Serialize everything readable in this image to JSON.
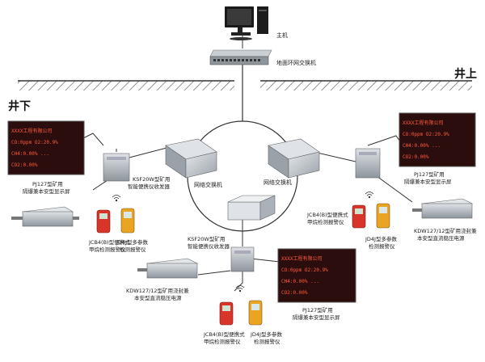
{
  "zones": {
    "underground": "井下",
    "surface": "井上"
  },
  "host": {
    "label": "主机"
  },
  "core_switch": {
    "label": "地面环网交换机"
  },
  "ring_switch_left": {
    "label": "网络交换机"
  },
  "ring_switch_right": {
    "label": "网络交换机"
  },
  "receiver_top": {
    "line1": "KSF20W型矿用",
    "line2": "智能便携仪收发器"
  },
  "receiver_bottom": {
    "line1": "KSF20W型矿用",
    "line2": "智能便携仪收发器"
  },
  "display_left": {
    "line1": "PJ127型矿用",
    "line2": "隔爆兼本安型显示屏"
  },
  "display_right": {
    "line1": "PJ127型矿用",
    "line2": "隔爆兼本安型显示屏"
  },
  "display_bottom": {
    "line1": "PJ127型矿用",
    "line2": "隔爆兼本安型显示屏"
  },
  "detector_left_red": {
    "line1": "JCB4(B)型便携式",
    "line2": "甲烷检测报警仪"
  },
  "detector_left_yellow": {
    "line1": "JD4J型多参数",
    "line2": "检测报警仪"
  },
  "detector_right_red": {
    "line1": "JCB4(B)型便携式",
    "line2": "甲烷检测报警仪"
  },
  "detector_right_yellow": {
    "line1": "JD4J型多参数",
    "line2": "检测报警仪"
  },
  "detector_bottom_red": {
    "line1": "JCB4(B)型便携式",
    "line2": "甲烷检测报警仪"
  },
  "detector_bottom_yellow": {
    "line1": "JD4J型多参数",
    "line2": "检测报警仪"
  },
  "power_right": {
    "line1": "KDW127/12型矿用浇封兼",
    "line2": "本安型直流稳压电源"
  },
  "power_bottom": {
    "line1": "KDW127/12型矿用浇封兼",
    "line2": "本安型直流稳压电源"
  },
  "screen_text": {
    "row1": "XXXX工程有限公司",
    "row2": "CO:0ppm  O2:20.9%",
    "row3": "CH4:0.00% ...",
    "row4": "CO2:0.00%"
  },
  "colors": {
    "led": "#ff5a3c",
    "screen_bg": "#3a1010",
    "box_metal": "#c8cdd2",
    "red_device": "#d8352a",
    "yellow_device": "#e9a521"
  }
}
